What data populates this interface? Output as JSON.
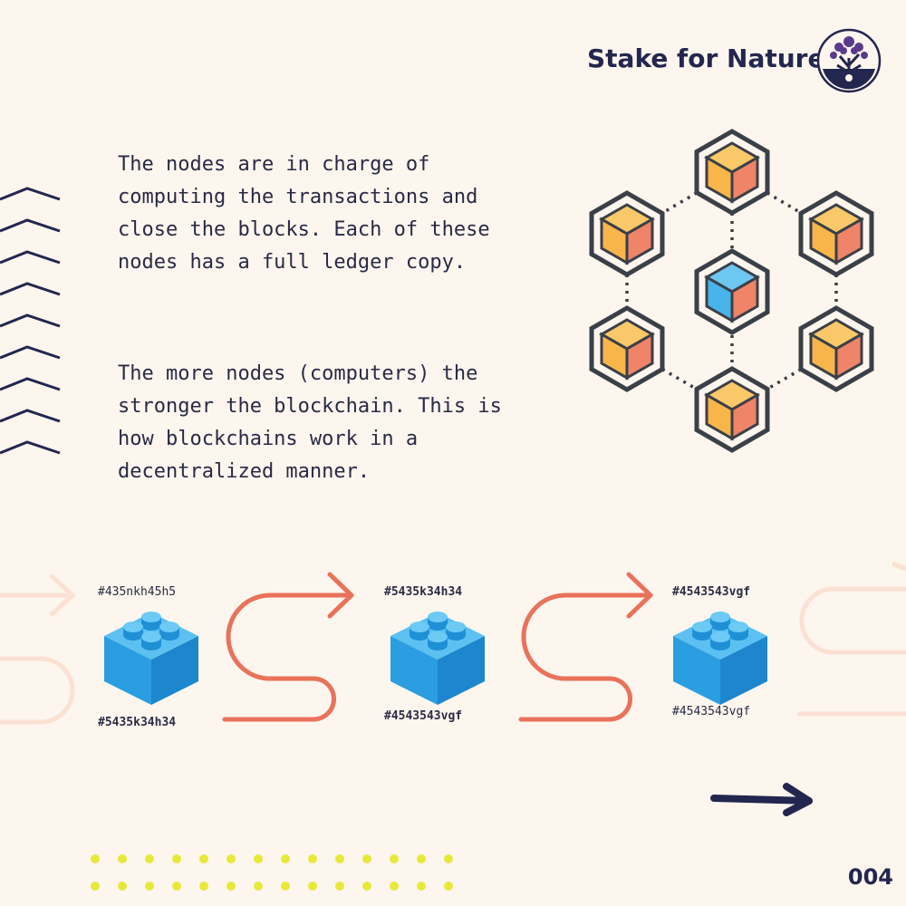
{
  "header": {
    "brand": "Stake for Nature"
  },
  "paragraphs": {
    "p1": "The nodes are in charge of\ncomputing the transactions and\nclose the blocks. Each of these\nnodes has a full ledger copy.",
    "p2": "The more nodes (computers) the\nstronger the blockchain. This is\nhow blockchains work in a\ndecentralized manner."
  },
  "blocks": [
    {
      "prev_hash": "#435nkh45h5",
      "hash": "#5435k34h34"
    },
    {
      "prev_hash": "#5435k34h34",
      "hash": "#4543543vgf"
    },
    {
      "prev_hash": "#4543543vgf",
      "hash": "#4543543vgf"
    }
  ],
  "footer": {
    "page_number": "004"
  },
  "colors": {
    "navy": "#23264f",
    "orange_accent": "#e9725a",
    "cube_orange": "#f7b54a",
    "cube_blue": "#49b4ea",
    "dot_yellow": "#e8e83a"
  }
}
